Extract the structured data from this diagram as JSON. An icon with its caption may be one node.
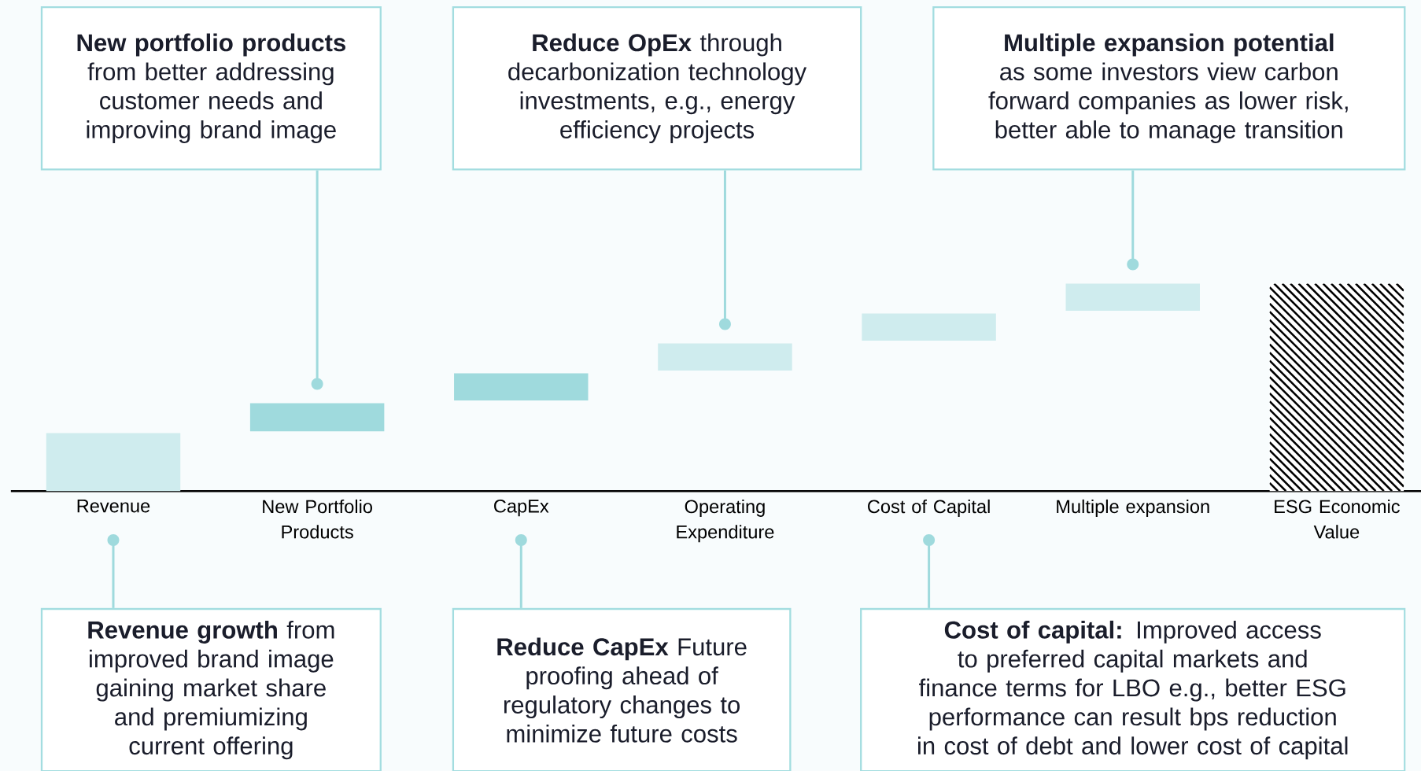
{
  "diagram": {
    "nodes": [
      {
        "text": [
          "**New portfolio products** from better addressing customer needs and improving brand image"
        ]
      },
      {
        "text": [
          "**Reduce OpEx** through decarbonization technology investments, e.g., energy efficiency projects"
        ]
      },
      {
        "text": [
          "**Multiple expansion potential** as some investors view carbon forward companies as lower risk, better able to manage transition"
        ]
      },
      {
        "text": [],
        "shape": "bar"
      },
      {
        "text": [],
        "shape": "bar"
      },
      {
        "text": [],
        "shape": "bar"
      },
      {
        "text": [],
        "shape": "bar"
      },
      {
        "text": [],
        "shape": "bar"
      },
      {
        "text": [],
        "shape": "bar"
      },
      {
        "text": [],
        "shape": "bar"
      },
      {
        "text": [
          "Revenue"
        ]
      },
      {
        "text": [
          "New Portfolio Products"
        ]
      },
      {
        "text": [
          "CapEx"
        ]
      },
      {
        "text": [
          "Operating Expenditure"
        ]
      },
      {
        "text": [
          "Cost of Capital"
        ]
      },
      {
        "text": [
          "Multiple expansion"
        ]
      },
      {
        "text": [
          "ESG Economic Value"
        ]
      },
      {
        "text": [
          "**Revenue growth** from improved brand image gaining market share and premiumizing current offering"
        ]
      },
      {
        "text": [
          "**Reduce CapEx** Future proofing ahead of regulatory changes to minimize future costs"
        ]
      },
      {
        "text": [
          "**Cost of capital:** Improved access to preferred capital markets and finance terms for LBO e.g., better ESG performance can result bps reduction in cost of debt and lower cost of capital"
        ]
      }
    ],
    "edges": [
      {
        "from": 0,
        "to": 4,
        "arrow": "other"
      },
      {
        "from": 1,
        "to": 6,
        "arrow": "other"
      },
      {
        "from": 2,
        "to": 8,
        "arrow": "other"
      },
      {
        "from": 17,
        "to": 10,
        "arrow": "other"
      },
      {
        "from": 18,
        "to": 12,
        "arrow": "other"
      },
      {
        "from": 19,
        "to": 14,
        "arrow": "other"
      }
    ]
  }
}
